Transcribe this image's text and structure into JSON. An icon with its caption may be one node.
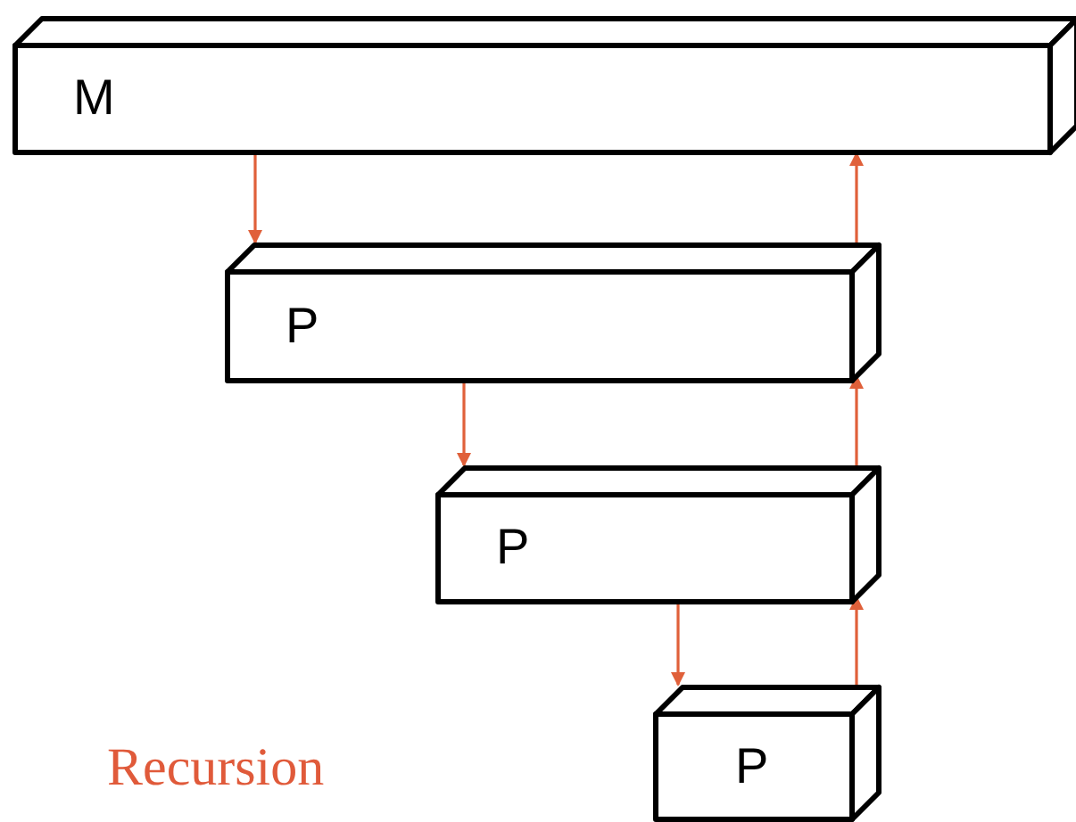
{
  "diagram": {
    "nodes": [
      {
        "text": [
          "M"
        ]
      },
      {
        "text": [
          "P"
        ]
      },
      {
        "text": [
          "P"
        ]
      },
      {
        "text": [
          "P"
        ]
      }
    ],
    "edges": [
      {
        "from": 0,
        "to": 1,
        "arrow": "to"
      },
      {
        "from": 1,
        "to": 2,
        "arrow": "to"
      },
      {
        "from": 2,
        "to": 3,
        "arrow": "to"
      },
      {
        "from": 3,
        "to": 2,
        "arrow": "to"
      },
      {
        "from": 2,
        "to": 1,
        "arrow": "to"
      },
      {
        "from": 1,
        "to": 0,
        "arrow": "to"
      }
    ],
    "labels": [
      "Recursion"
    ]
  }
}
